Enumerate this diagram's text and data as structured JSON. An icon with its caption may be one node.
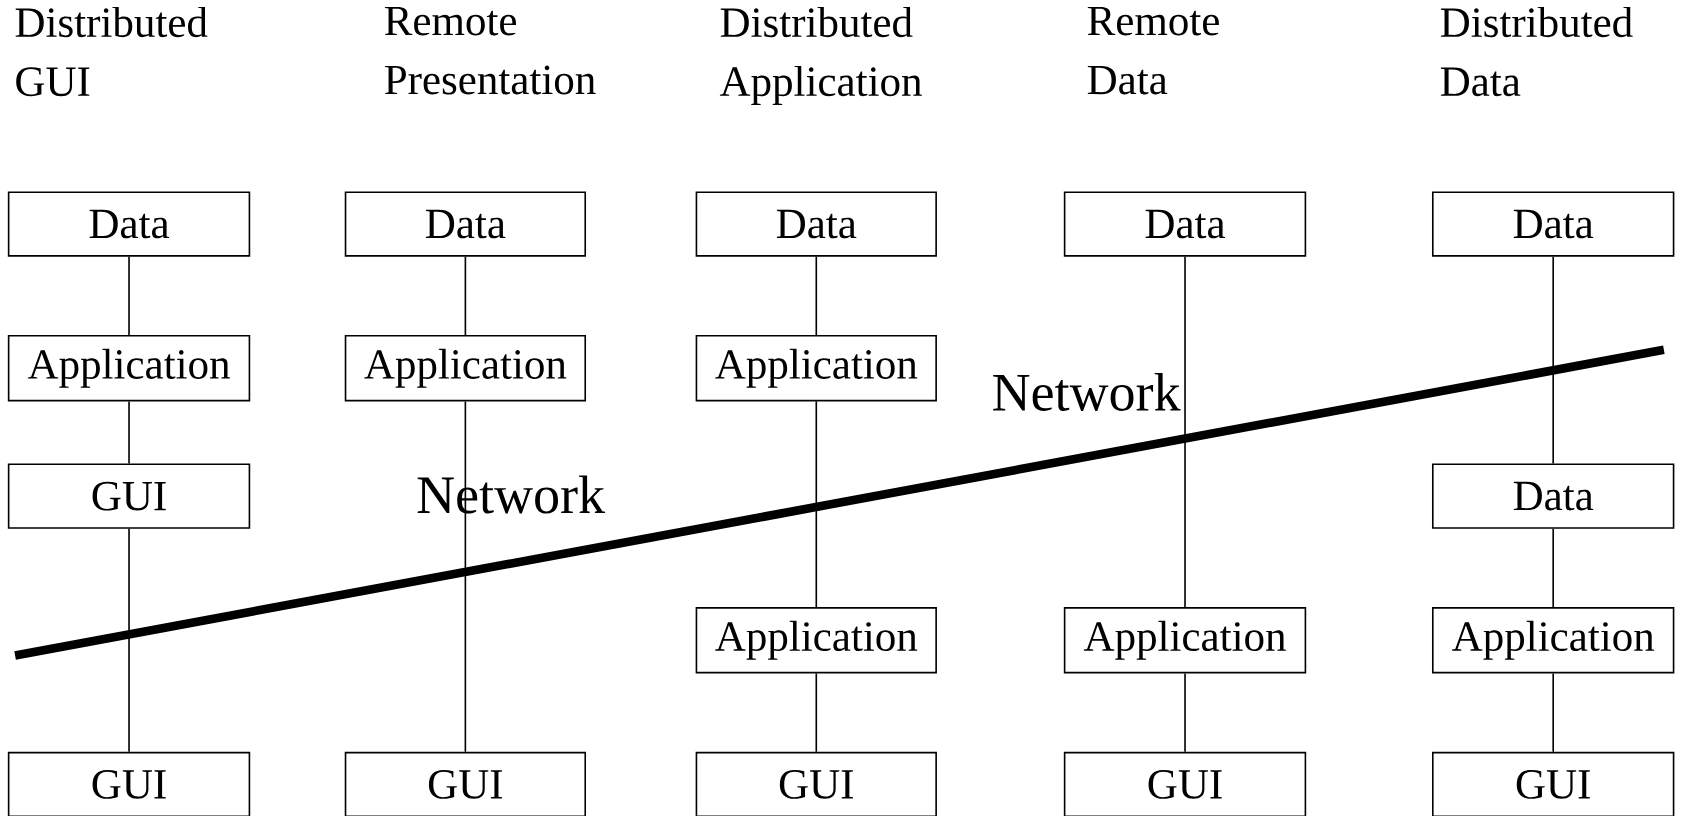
{
  "diagram": {
    "nodes": [
      {
        "text": [
          "Data"
        ]
      },
      {
        "text": [
          "Application"
        ]
      },
      {
        "text": [
          "GUI"
        ]
      },
      {
        "text": [
          "GUI"
        ]
      },
      {
        "text": [
          "Data"
        ]
      },
      {
        "text": [
          "Application"
        ]
      },
      {
        "text": [
          "GUI"
        ]
      },
      {
        "text": [
          "Data"
        ]
      },
      {
        "text": [
          "Application"
        ]
      },
      {
        "text": [
          "Application"
        ]
      },
      {
        "text": [
          "GUI"
        ]
      },
      {
        "text": [
          "Data"
        ]
      },
      {
        "text": [
          "Application"
        ]
      },
      {
        "text": [
          "GUI"
        ]
      },
      {
        "text": [
          "Data"
        ]
      },
      {
        "text": [
          "Data"
        ]
      },
      {
        "text": [
          "Application"
        ]
      },
      {
        "text": [
          "GUI"
        ]
      }
    ],
    "edges": [
      {
        "from": 0,
        "to": 1,
        "arrow": "none"
      },
      {
        "from": 1,
        "to": 2,
        "arrow": "none"
      },
      {
        "from": 2,
        "to": 3,
        "arrow": "none"
      },
      {
        "from": 4,
        "to": 5,
        "arrow": "none"
      },
      {
        "from": 5,
        "to": 6,
        "arrow": "none"
      },
      {
        "from": 7,
        "to": 8,
        "arrow": "none"
      },
      {
        "from": 8,
        "to": 9,
        "arrow": "none"
      },
      {
        "from": 9,
        "to": 10,
        "arrow": "none"
      },
      {
        "from": 11,
        "to": 12,
        "arrow": "none"
      },
      {
        "from": 12,
        "to": 13,
        "arrow": "none"
      },
      {
        "from": 14,
        "to": 15,
        "arrow": "none"
      },
      {
        "from": 15,
        "to": 16,
        "arrow": "none"
      },
      {
        "from": 16,
        "to": 17,
        "arrow": "none"
      }
    ],
    "labels": [
      "Distributed GUI",
      "Remote Presentation",
      "Distributed Application",
      "Remote Data",
      "Distributed Data",
      "Network",
      "Network"
    ]
  }
}
